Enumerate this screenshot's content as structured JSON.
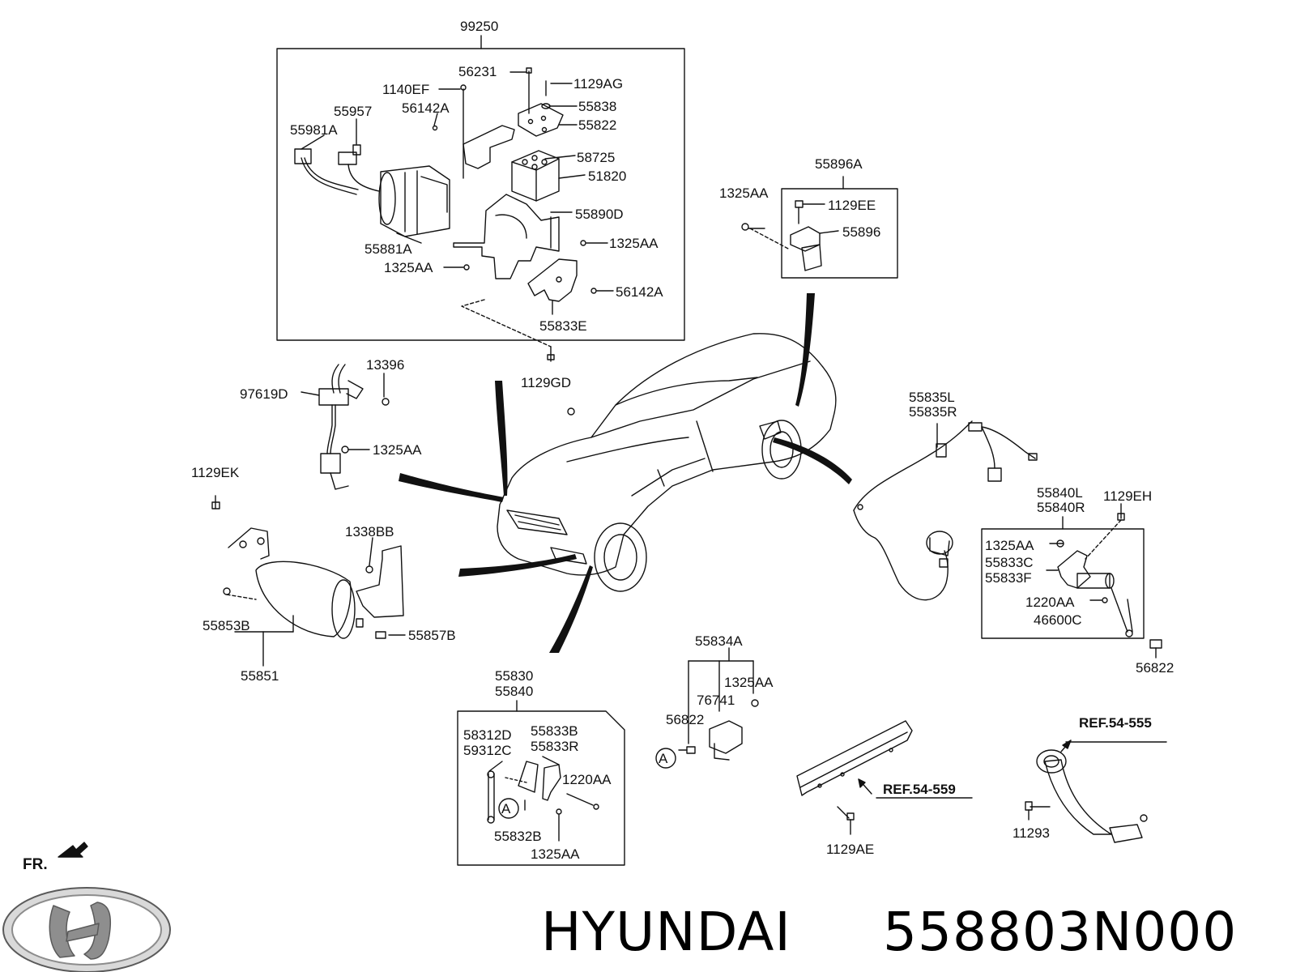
{
  "diagram": {
    "brand": "HYUNDAI",
    "part_number": "558803N000",
    "direction_label": "FR.",
    "callout_letter": "A",
    "groups": {
      "compressor_assembly": {
        "header": "99250",
        "parts": [
          "56231",
          "1140EF",
          "1129AG",
          "55838",
          "55957",
          "56142A",
          "55822",
          "55981A",
          "58725",
          "51820",
          "55890D",
          "1325AA",
          "55881A",
          "1325AA",
          "56142A",
          "55833E"
        ],
        "external": "1129GD"
      },
      "fuel_door_bracket": {
        "header": "55896A",
        "parts": [
          "1325AA",
          "1129EE",
          "55896"
        ]
      },
      "front_sensor": {
        "parts": [
          "13396",
          "97619D",
          "1325AA"
        ]
      },
      "reservoir": {
        "parts": [
          "1129EK",
          "1338BB",
          "55853B",
          "55857B",
          "55851"
        ]
      },
      "wheel_speed_harness": {
        "header_lines": [
          "55835L",
          "55835R"
        ]
      },
      "rear_height_sensor": {
        "header_lines": [
          "55840L",
          "55840R"
        ],
        "external_top": "1129EH",
        "parts": [
          "1325AA",
          "55833C",
          "55833F",
          "1220AA",
          "46600C"
        ],
        "external_bottom": "56822"
      },
      "front_height_sensor": {
        "header_lines": [
          "55830",
          "55840"
        ],
        "parts": [
          "58312D",
          "59312C",
          "55833B",
          "55833R",
          "1220AA",
          "55832B",
          "1325AA"
        ]
      },
      "bracket_assembly": {
        "header": "55834A",
        "parts": [
          "1325AA",
          "76741",
          "56822"
        ]
      },
      "references": {
        "ref_559": "REF.54-559",
        "ref_559_part": "1129AE",
        "ref_555": "REF.54-555",
        "ref_555_part": "11293"
      }
    }
  }
}
